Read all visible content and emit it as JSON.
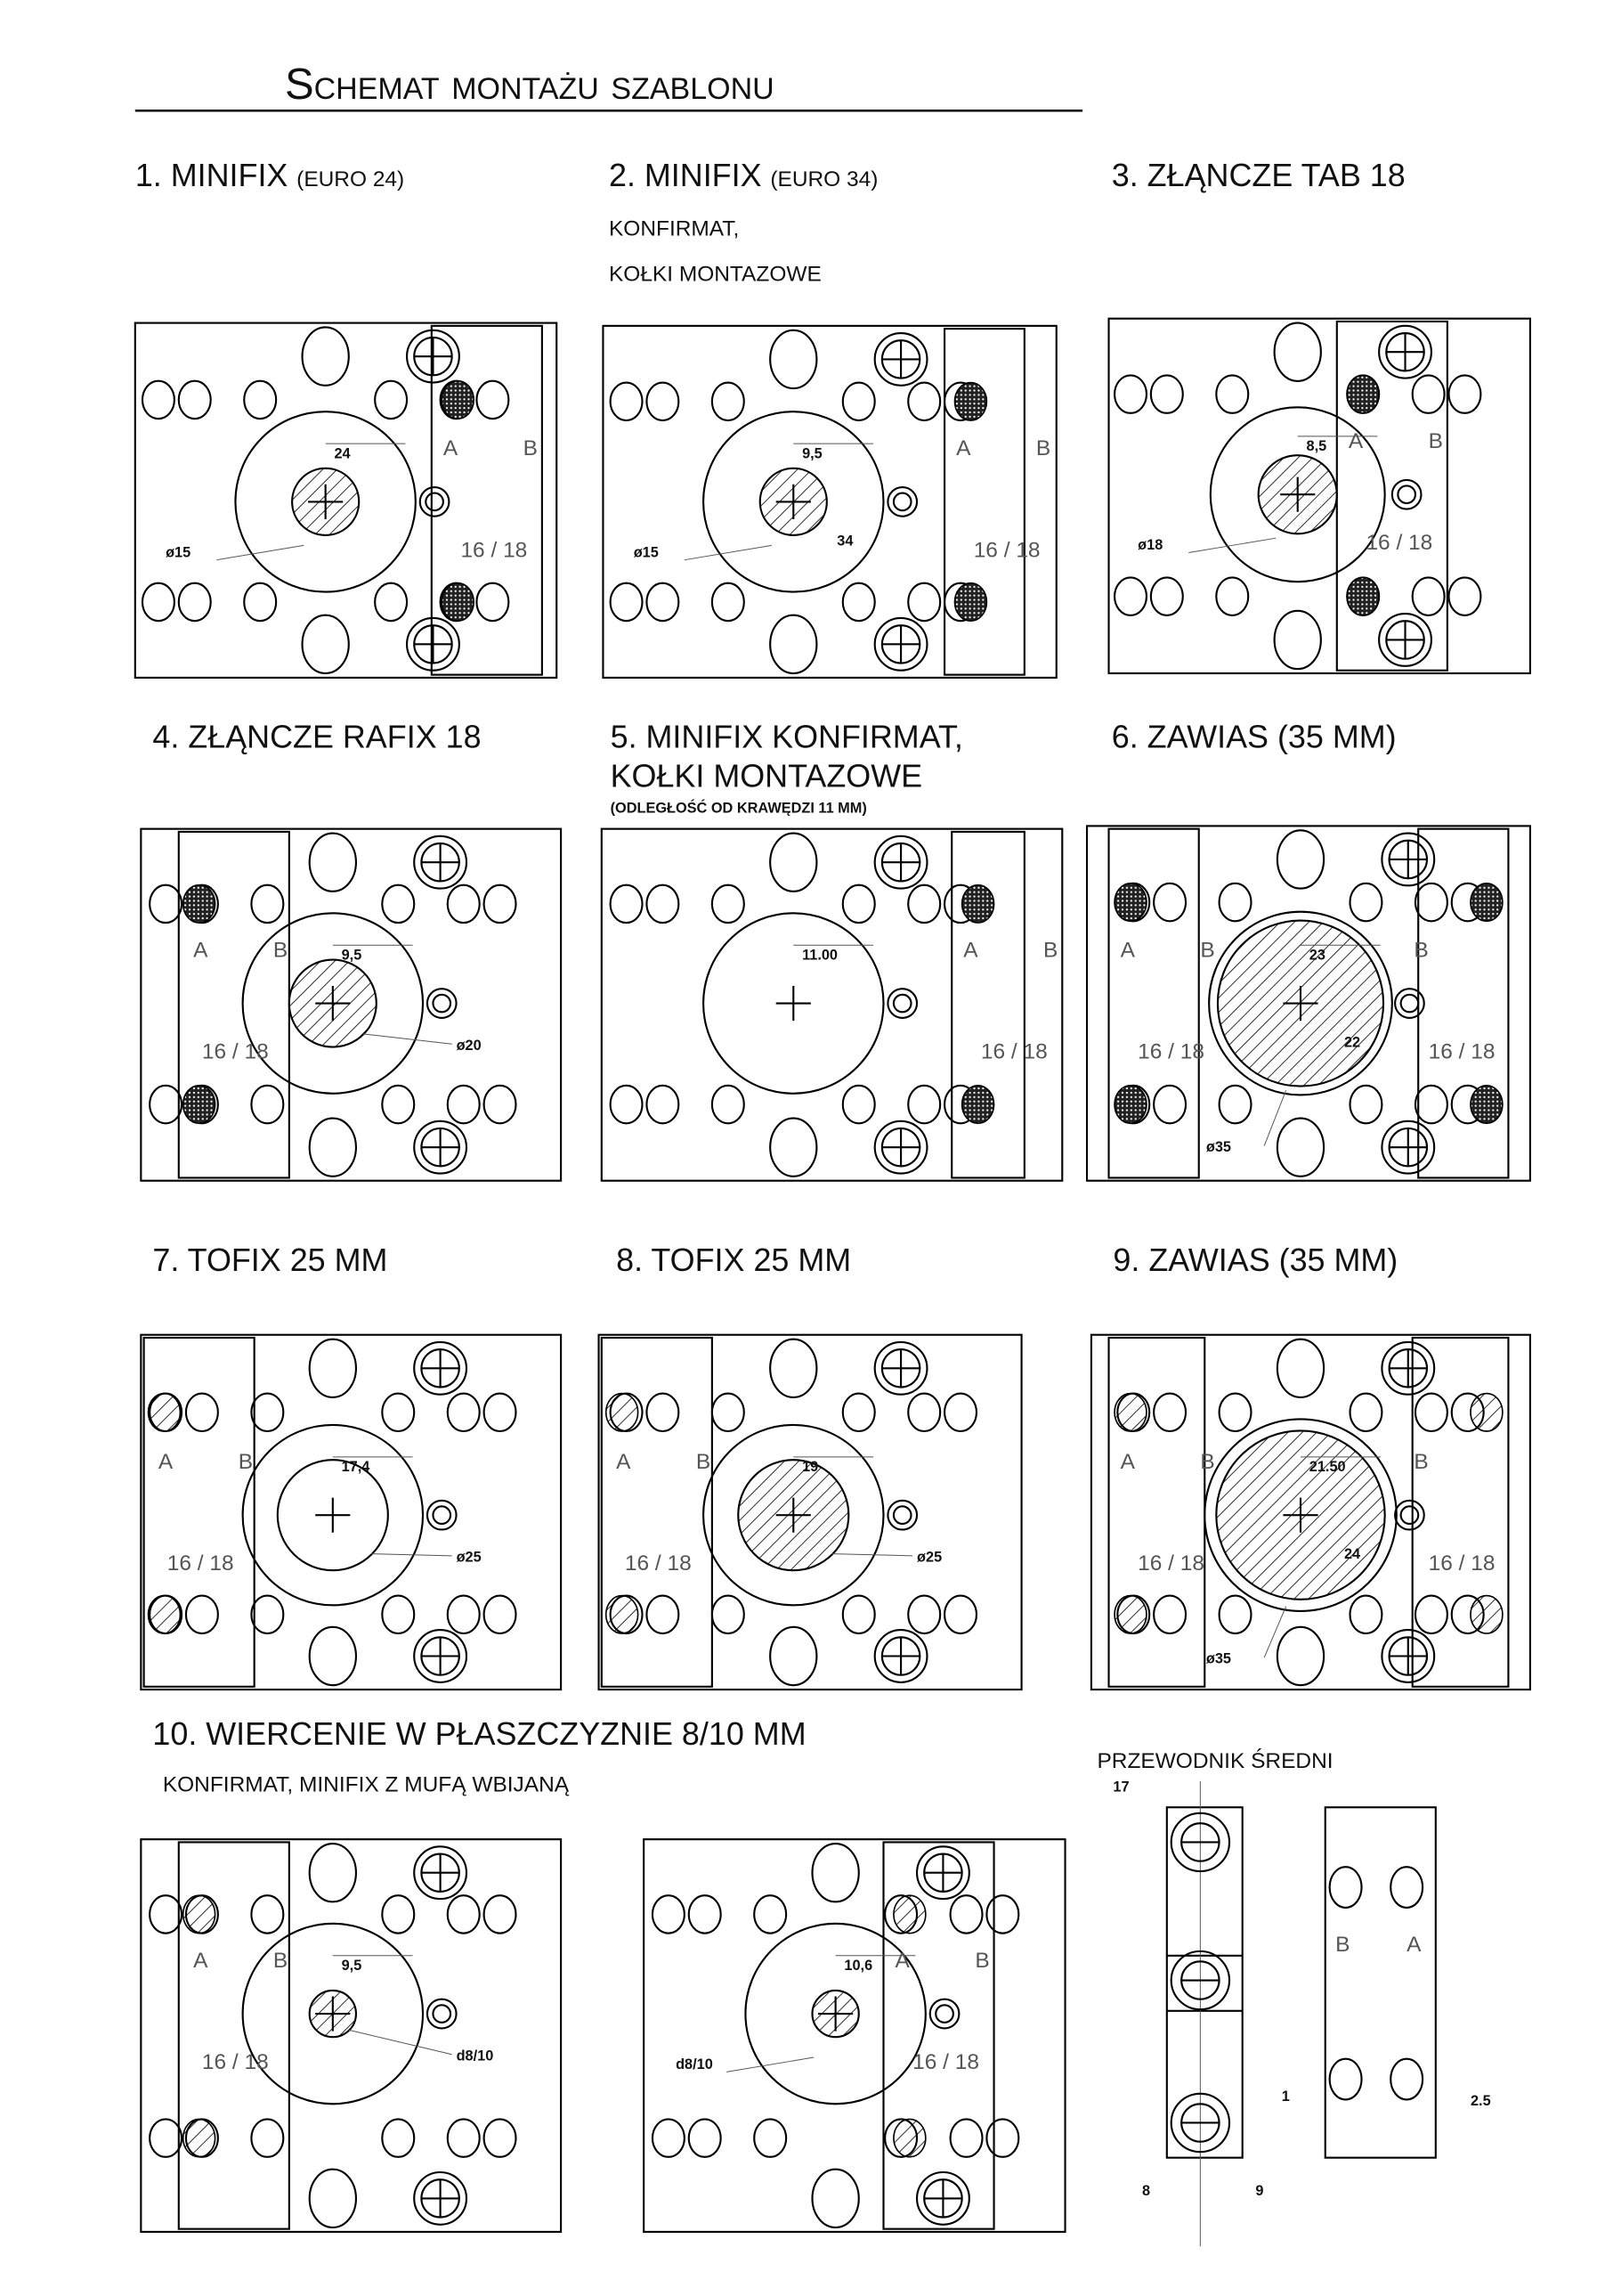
{
  "title": "Schemat montażu szablonu",
  "sections": [
    {
      "title": "1. MINIFIX",
      "sub": "(EURO 24)",
      "lines": [],
      "labels": {
        "a": "A",
        "b": "B",
        "size": "16 / 18",
        "dim1": "24",
        "diam": "ø15"
      }
    },
    {
      "title": "2. MINIFIX",
      "sub": "(EURO 34)",
      "lines": [
        "KONFIRMAT,",
        "KOŁKI MONTAZOWE"
      ],
      "labels": {
        "a": "A",
        "b": "B",
        "size": "16 / 18",
        "dim1": "9,5",
        "dim2": "34",
        "diam": "ø15"
      }
    },
    {
      "title": "3. ZŁĄNCZE TAB 18",
      "sub": "",
      "lines": [],
      "labels": {
        "a": "A",
        "b": "B",
        "size": "16 / 18",
        "dim1": "8,5",
        "diam": "ø18"
      }
    },
    {
      "title": "4. ZŁĄNCZE RAFIX 18",
      "sub": "",
      "lines": [],
      "labels": {
        "a": "A",
        "b": "B",
        "size": "16 / 18",
        "dim1": "9,5",
        "diam": "ø20"
      }
    },
    {
      "title": "5. MINIFIX KONFIRMAT,",
      "sub": "",
      "lines": [
        "KOŁKI MONTAZOWE",
        "(ODLEGŁOŚĆ OD KRAWĘDZI 11 MM)"
      ],
      "labels": {
        "a": "A",
        "b": "B",
        "size": "16 / 18",
        "dim1": "11.00"
      }
    },
    {
      "title": "6. ZAWIAS (35 MM)",
      "sub": "",
      "lines": [],
      "labels": {
        "a": "A",
        "b": "B",
        "a2": "A",
        "b2": "B",
        "size": "16 / 18",
        "size2": "16 / 18",
        "dim1": "23",
        "dim2": "22",
        "diam": "ø35"
      }
    },
    {
      "title": "7. TOFIX 25 MM",
      "sub": "",
      "lines": [],
      "labels": {
        "a": "A",
        "b": "B",
        "size": "16 / 18",
        "dim1": "17,4",
        "diam": "ø25"
      }
    },
    {
      "title": "8. TOFIX 25 MM",
      "sub": "",
      "lines": [],
      "labels": {
        "a": "A",
        "b": "B",
        "size": "16 / 18",
        "dim1": "19",
        "diam": "ø25"
      }
    },
    {
      "title": "9. ZAWIAS (35 MM)",
      "sub": "",
      "lines": [],
      "labels": {
        "a": "A",
        "b": "B",
        "a2": "A",
        "b2": "B",
        "size": "16 / 18",
        "size2": "16 / 18",
        "dim1": "21.50",
        "dim2": "24",
        "diam": "ø35"
      }
    },
    {
      "title": "10. WIERCENIE W PŁASZCZYZNIE 8/10 MM",
      "sub": "",
      "lines": [
        "KONFIRMAT, MINIFIX Z MUFĄ WBIJANĄ"
      ],
      "labels": {
        "a": "A",
        "b": "B",
        "size": "16 / 18",
        "dim1": "9,5",
        "diam": "d8/10"
      }
    },
    {
      "title": "",
      "sub": "",
      "lines": [],
      "labels": {
        "a": "A",
        "b": "B",
        "size": "16 / 18",
        "dim1": "10,6",
        "diam": "d8/10"
      }
    }
  ],
  "guide": {
    "title": "PRZEWODNIK ŚREDNI",
    "a": "A",
    "b": "B",
    "w": "17",
    "l": "8",
    "r": "9",
    "g1": "1",
    "g2": "2.5"
  }
}
